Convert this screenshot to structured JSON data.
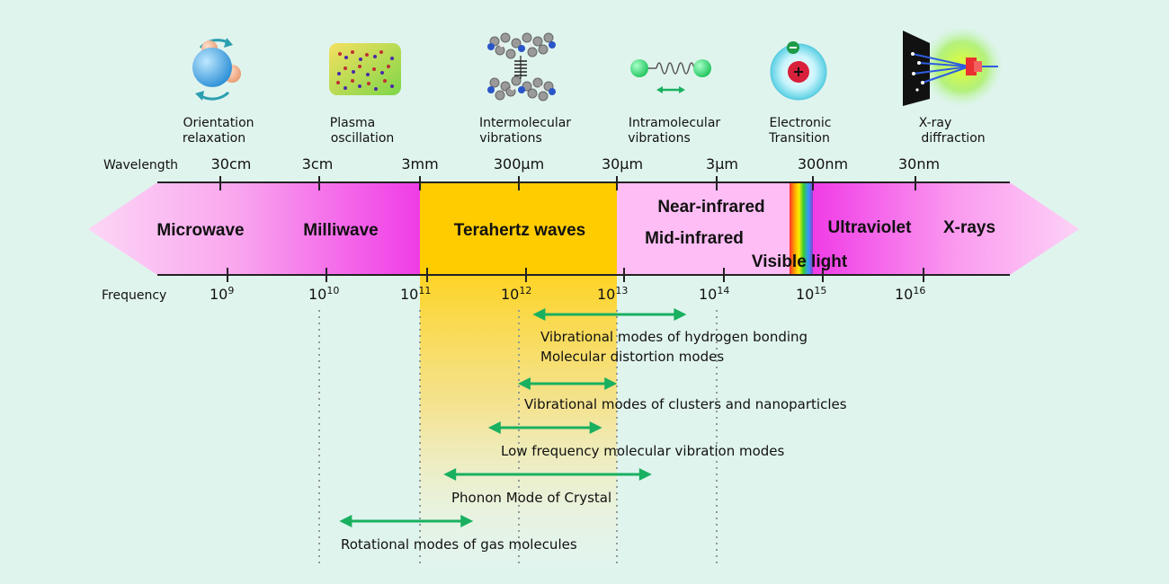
{
  "icons": [
    {
      "name": "orientation-relaxation-icon",
      "line1": "Orientation",
      "line2": "relaxation"
    },
    {
      "name": "plasma-oscillation-icon",
      "line1": "Plasma",
      "line2": "oscillation"
    },
    {
      "name": "intermolecular-vibrations-icon",
      "line1": "Intermolecular",
      "line2": "vibrations"
    },
    {
      "name": "intramolecular-vibrations-icon",
      "line1": "Intramolecular",
      "line2": "vibrations"
    },
    {
      "name": "electronic-transition-icon",
      "line1": "Electronic",
      "line2": "Transition"
    },
    {
      "name": "x-ray-diffraction-icon",
      "line1": "X-ray",
      "line2": "diffraction"
    }
  ],
  "axes": {
    "wavelength_label": "Wavelength",
    "wavelength_ticks": [
      "30cm",
      "3cm",
      "3mm",
      "300μm",
      "30μm",
      "3μm",
      "300nm",
      "30nm"
    ],
    "frequency_label": "Frequency",
    "frequency_ticks": [
      {
        "base": "10",
        "exp": "9"
      },
      {
        "base": "10",
        "exp": "10"
      },
      {
        "base": "10",
        "exp": "11"
      },
      {
        "base": "10",
        "exp": "12"
      },
      {
        "base": "10",
        "exp": "13"
      },
      {
        "base": "10",
        "exp": "14"
      },
      {
        "base": "10",
        "exp": "15"
      },
      {
        "base": "10",
        "exp": "16"
      }
    ]
  },
  "bands": {
    "microwave": "Microwave",
    "milliwave": "Milliwave",
    "terahertz": "Terahertz waves",
    "near_infrared": "Near-infrared",
    "mid_infrared": "Mid-infrared",
    "visible": "Visible light",
    "ultraviolet": "Ultraviolet",
    "xrays": "X-rays"
  },
  "colors": {
    "terahertz": "#ffcc00",
    "magenta": "#f03ce6",
    "pink": "#ffb8f2",
    "arrow": "#19b060",
    "background": "#e0f4ee"
  },
  "modes": [
    {
      "label": "Vibrational modes of hydrogen bonding",
      "label2": "Molecular distortion modes",
      "from_exp": 12.15,
      "to_exp": 13.7
    },
    {
      "label": "Vibrational modes of clusters and nanoparticles",
      "from_exp": 12.0,
      "to_exp": 13.0
    },
    {
      "label": "Low frequency molecular vibration modes",
      "from_exp": 11.7,
      "to_exp": 12.85
    },
    {
      "label": "Phonon Mode of Crystal",
      "from_exp": 11.25,
      "to_exp": 13.35
    },
    {
      "label": "Rotational modes of gas molecules",
      "from_exp": 10.2,
      "to_exp": 11.55
    }
  ]
}
